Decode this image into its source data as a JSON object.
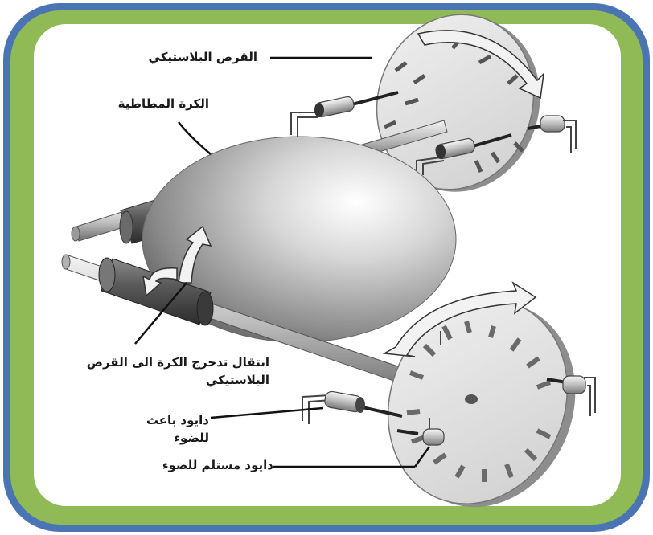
{
  "labels": {
    "plastic_disc": "القرص البلاستيكي",
    "rubber_ball": "الكرة المطاطية",
    "transmission": "انتقال تدحرج الكرة الى القرص البلاستيكي",
    "emitter_diode": "دايود باعث للضوء",
    "receiver_diode": "دايود مستلم للضوء"
  },
  "colors": {
    "outer_border": "#4a74b4",
    "green_frame": "#8fba55",
    "inner_bg": "#ffffff",
    "disc_face": "#e2e2e2",
    "tick_marks": "#555555",
    "arrow_fill": "#f2f2f2"
  }
}
